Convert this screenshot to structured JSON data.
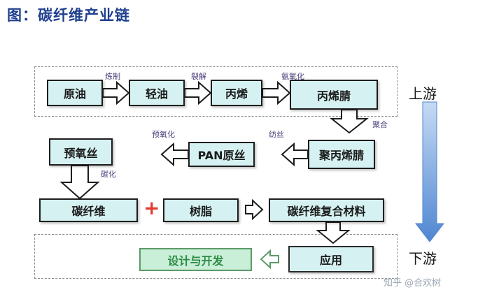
{
  "title": "图：碳纤维产业链",
  "nodes": {
    "crude_oil": "原油",
    "light_oil": "轻油",
    "propylene": "丙烯",
    "acrylonitrile": "丙烯腈",
    "polyacrylonitrile": "聚丙烯腈",
    "pan_precursor": "PAN原丝",
    "preox_fiber": "预氧丝",
    "carbon_fiber": "碳纤维",
    "resin": "树脂",
    "composite": "碳纤维复合材料",
    "application": "应用",
    "design_dev": "设计与开发"
  },
  "edge_labels": {
    "refining": "炼制",
    "cracking": "裂解",
    "ammoxidation": "氨氧化",
    "polymerization": "聚合",
    "spinning": "纺丝",
    "preoxidation": "预氧化",
    "carbonization": "碳化"
  },
  "operator": "+",
  "streams": {
    "upstream": "上游",
    "downstream": "下游"
  },
  "watermark": "知乎 @合欢树",
  "colors": {
    "title": "#1f3f8f",
    "box_fill": "#d6f1f1",
    "green_fill": "#c9efd8",
    "green_text": "#2e8b45",
    "plus": "#e23b2e",
    "stream_arrow": "#5b8fd6"
  }
}
